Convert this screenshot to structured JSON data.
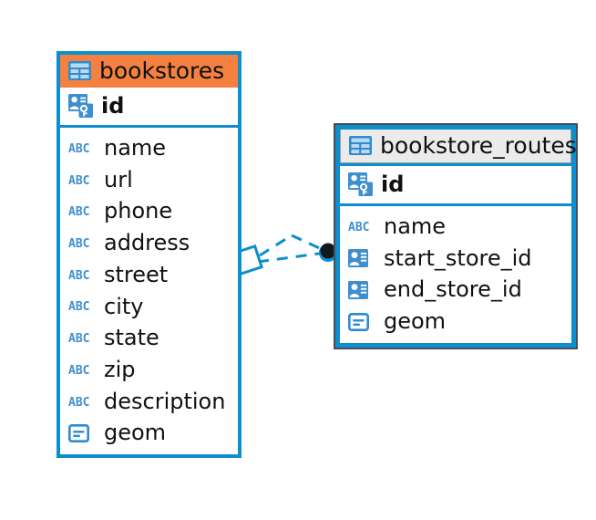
{
  "diagram": {
    "type": "entity-relationship-diagram",
    "background": "#ffffff",
    "accent_color": "#0d8ecf",
    "selected_header_color": "#f4813f",
    "header_color": "#ebebeb",
    "icon_color": "#3d8fd0"
  },
  "entities": [
    {
      "id": "bookstores",
      "title": "bookstores",
      "header_style": "orange",
      "selected": false,
      "table_icon": "table-icon",
      "primary_key": {
        "name": "id",
        "icon": "primary-key-icon"
      },
      "fields": [
        {
          "name": "name",
          "icon": "abc-text-icon",
          "icon_label": "ABC"
        },
        {
          "name": "url",
          "icon": "abc-text-icon",
          "icon_label": "ABC"
        },
        {
          "name": "phone",
          "icon": "abc-text-icon",
          "icon_label": "ABC"
        },
        {
          "name": "address",
          "icon": "abc-text-icon",
          "icon_label": "ABC"
        },
        {
          "name": "street",
          "icon": "abc-text-icon",
          "icon_label": "ABC"
        },
        {
          "name": "city",
          "icon": "abc-text-icon",
          "icon_label": "ABC"
        },
        {
          "name": "state",
          "icon": "abc-text-icon",
          "icon_label": "ABC"
        },
        {
          "name": "zip",
          "icon": "abc-text-icon",
          "icon_label": "ABC"
        },
        {
          "name": "description",
          "icon": "abc-text-icon",
          "icon_label": "ABC"
        },
        {
          "name": "geom",
          "icon": "geometry-icon",
          "icon_label": ""
        }
      ]
    },
    {
      "id": "bookstore_routes",
      "title": "bookstore_routes",
      "header_style": "grey",
      "selected": true,
      "table_icon": "table-icon",
      "primary_key": {
        "name": "id",
        "icon": "primary-key-icon"
      },
      "fields": [
        {
          "name": "name",
          "icon": "abc-text-icon",
          "icon_label": "ABC"
        },
        {
          "name": "start_store_id",
          "icon": "foreign-key-icon",
          "icon_label": ""
        },
        {
          "name": "end_store_id",
          "icon": "foreign-key-icon",
          "icon_label": ""
        },
        {
          "name": "geom",
          "icon": "geometry-icon",
          "icon_label": ""
        }
      ]
    }
  ],
  "relationship": {
    "name": "bookstores-to-bookstore-routes",
    "line_style": "dashed",
    "color": "#0d8ecf",
    "source_marker": "diamond-marker",
    "target_marker": "filled-circle-marker",
    "branches": 3
  }
}
